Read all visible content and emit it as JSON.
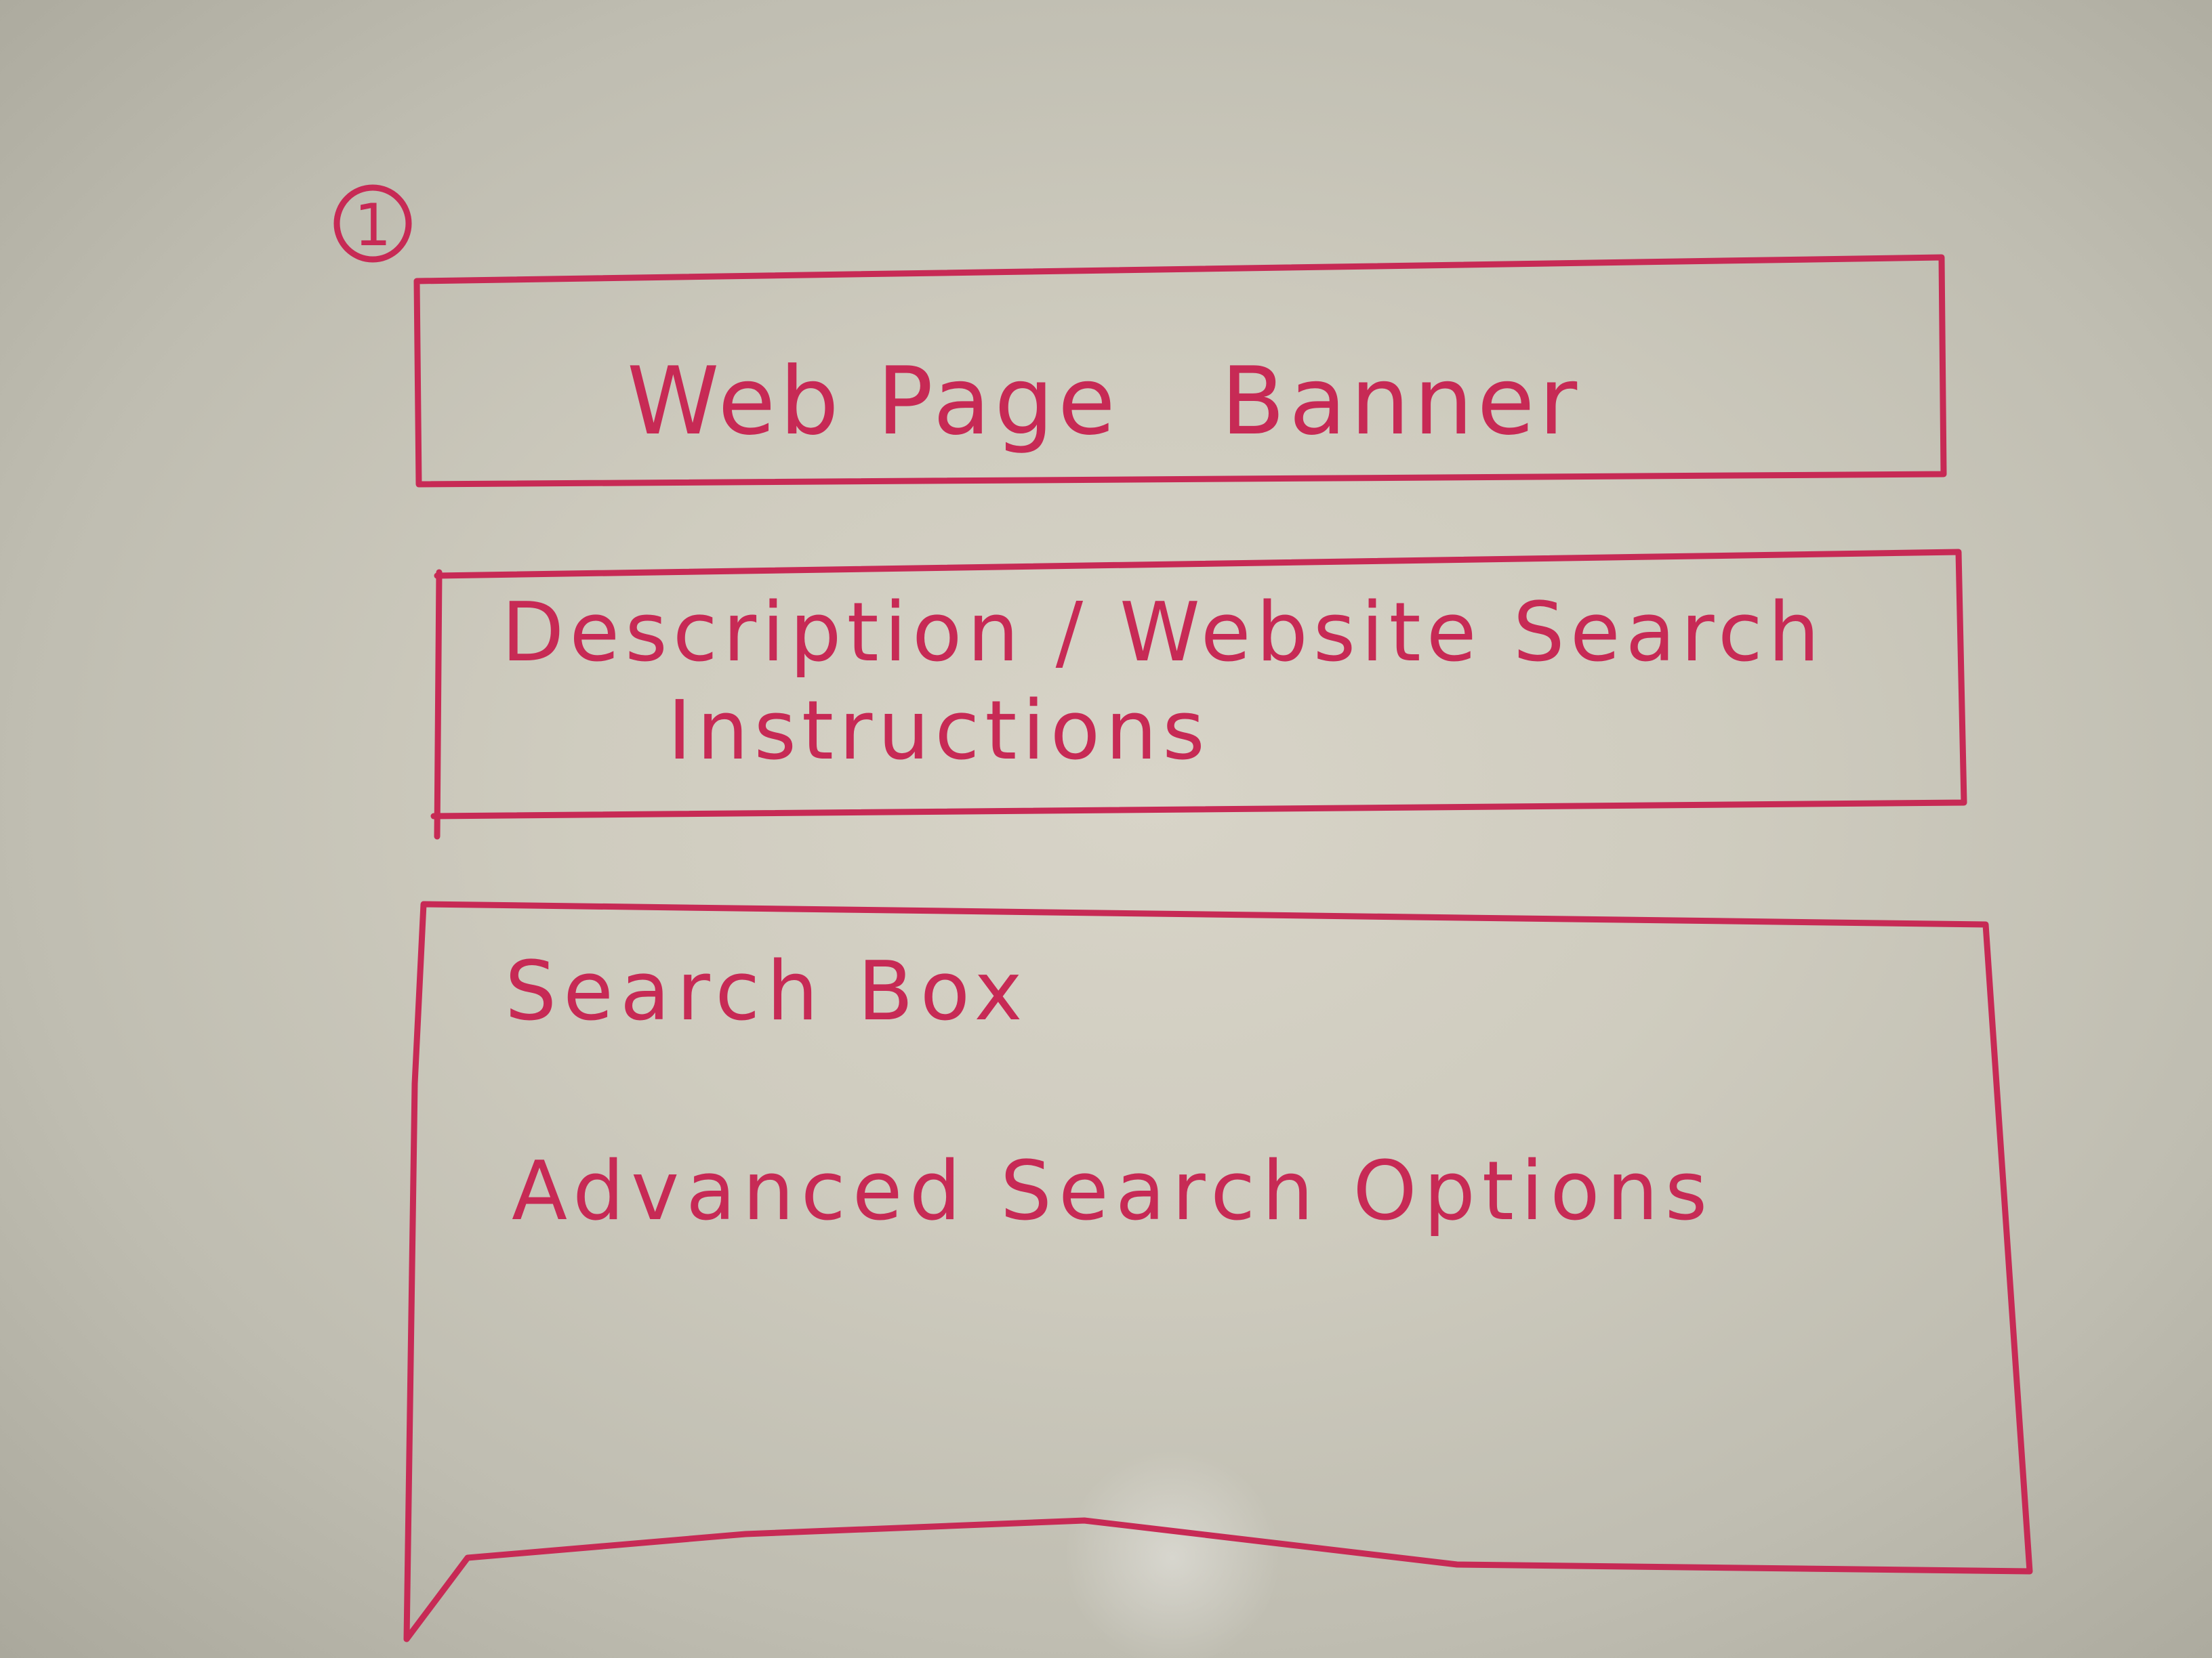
{
  "sketch": {
    "step_number": "1",
    "banner": {
      "label": "Web Page   Banner"
    },
    "description": {
      "line1": "Description / Website Search",
      "line2": "Instructions"
    },
    "search": {
      "search_box_label": "Search Box",
      "advanced_label": "Advanced Search Options"
    }
  },
  "colors": {
    "ink": "#c72a55",
    "board": "#d2cfc3"
  }
}
